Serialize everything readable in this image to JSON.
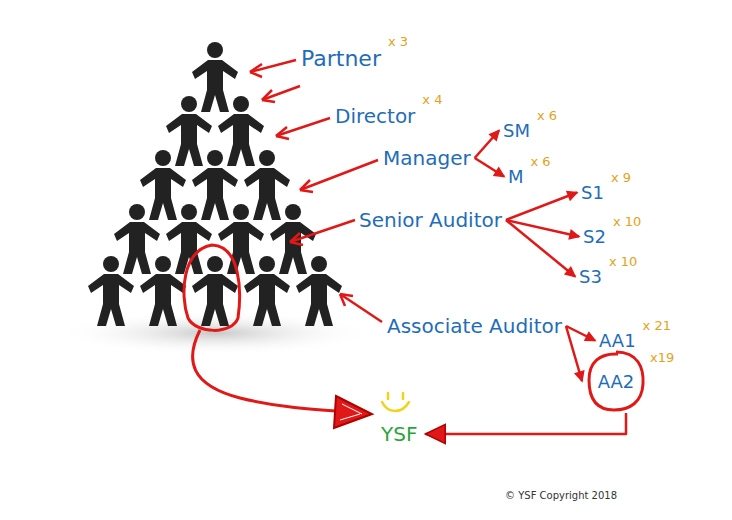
{
  "diagram": {
    "nodes": [
      {
        "text": [
          "Partner",
          "x 3"
        ]
      },
      {
        "text": [
          "Director",
          "x 4"
        ]
      },
      {
        "text": [
          "SM",
          "x 6"
        ]
      },
      {
        "text": [
          "Manager"
        ]
      },
      {
        "text": [
          "M",
          "x 6"
        ]
      },
      {
        "text": [
          "S1",
          "x 9"
        ]
      },
      {
        "text": [
          "Senior Auditor"
        ]
      },
      {
        "text": [
          "S2",
          "x 10"
        ]
      },
      {
        "text": [
          "S3",
          "x 10"
        ]
      },
      {
        "text": [
          "Associate Auditor"
        ]
      },
      {
        "text": [
          "AA1",
          "x 21"
        ]
      },
      {
        "text": [
          "AA2",
          "x19"
        ]
      },
      {
        "text": [
          "YSF"
        ]
      }
    ],
    "edges": [
      {
        "from": 3,
        "to": 2,
        "arrow": "to"
      },
      {
        "from": 3,
        "to": 4,
        "arrow": "to"
      },
      {
        "from": 6,
        "to": 5,
        "arrow": "to"
      },
      {
        "from": 6,
        "to": 7,
        "arrow": "to"
      },
      {
        "from": 6,
        "to": 8,
        "arrow": "to"
      },
      {
        "from": 9,
        "to": 10,
        "arrow": "to"
      },
      {
        "from": 9,
        "to": 11,
        "arrow": "to"
      },
      {
        "from": 11,
        "to": 12,
        "arrow": "to"
      }
    ],
    "labels": [
      "© YSF Copyright 2018"
    ]
  }
}
